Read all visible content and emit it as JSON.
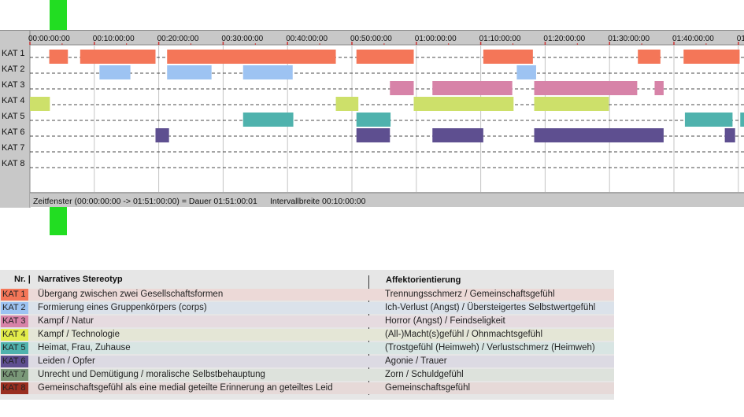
{
  "timeline": {
    "ticks": [
      "00:00:00:00",
      "00:10:00:00",
      "00:20:00:00",
      "00:30:00:00",
      "00:40:00:00",
      "00:50:00:00",
      "01:00:00:00",
      "01:10:00:00",
      "01:20:00:00",
      "01:30:00:00",
      "01:40:00:00",
      "01"
    ],
    "rows": [
      "KAT 1",
      "KAT 2",
      "KAT 3",
      "KAT 4",
      "KAT 5",
      "KAT 6",
      "KAT 7",
      "KAT 8"
    ],
    "status_window": "Zeitfenster (00:00:00:00 -> 01:51:00:00) = Dauer 01:51:00:01",
    "status_interval": "Intervallbreite 00:10:00:00",
    "colors": {
      "kat1": "#f47658",
      "kat2": "#9dc3f2",
      "kat3": "#d783a8",
      "kat4": "#cde06a",
      "kat5": "#4fb2ad",
      "kat6": "#5e4f90"
    }
  },
  "chart_data": {
    "type": "timeline",
    "x_range_minutes": [
      0,
      111
    ],
    "interval_minutes": 10,
    "series": [
      {
        "name": "KAT 1",
        "color": "#f47658",
        "segments": [
          [
            3,
            5.9
          ],
          [
            7.8,
            19.5
          ],
          [
            21.3,
            47.5
          ],
          [
            50.7,
            59.6
          ],
          [
            70.4,
            78.1
          ],
          [
            94.4,
            97.9
          ],
          [
            101.5,
            110.2
          ]
        ]
      },
      {
        "name": "KAT 2",
        "color": "#9dc3f2",
        "segments": [
          [
            10.8,
            15.6
          ],
          [
            21.3,
            28.2
          ],
          [
            33.1,
            40.8
          ],
          [
            75.6,
            78.6
          ]
        ]
      },
      {
        "name": "KAT 3",
        "color": "#d783a8",
        "segments": [
          [
            55.9,
            59.6
          ],
          [
            62.5,
            74.9
          ],
          [
            78.3,
            94.3
          ],
          [
            97,
            98.4
          ]
        ]
      },
      {
        "name": "KAT 4",
        "color": "#cde06a",
        "segments": [
          [
            0,
            3.1
          ],
          [
            47.5,
            51
          ],
          [
            59.6,
            75.1
          ],
          [
            78.3,
            89.9
          ]
        ]
      },
      {
        "name": "KAT 5",
        "color": "#4fb2ad",
        "segments": [
          [
            33.1,
            40.9
          ],
          [
            50.7,
            56
          ],
          [
            101.7,
            109.1
          ],
          [
            110.3,
            111
          ]
        ]
      },
      {
        "name": "KAT 6",
        "color": "#5e4f90",
        "segments": [
          [
            19.5,
            21.6
          ],
          [
            50.7,
            55.9
          ],
          [
            62.5,
            70.4
          ],
          [
            78.3,
            98.4
          ],
          [
            107.9,
            109.5
          ]
        ]
      },
      {
        "name": "KAT 7",
        "color": "",
        "segments": []
      },
      {
        "name": "KAT 8",
        "color": "",
        "segments": []
      }
    ]
  },
  "legend": {
    "header_nr": "Nr. |",
    "header_stereotyp": "Narratives Stereotyp",
    "header_affekt": "Affektorientierung",
    "rows": [
      {
        "kat": "KAT 1",
        "stereotyp": "Übergang zwischen zwei Gesellschaftsformen",
        "affekt": "Trennungsschmerz / Gemeinschaftsgefühl",
        "color": "#f47658",
        "band": "#ecd9d7"
      },
      {
        "kat": "KAT 2",
        "stereotyp": "Formierung eines Gruppenkörpers (corps)",
        "affekt": "Ich-Verlust (Angst) / Übersteigertes Selbstwertgefühl",
        "color": "#9dc3f2",
        "band": "#dbe2ea"
      },
      {
        "kat": "KAT 3",
        "stereotyp": "Kampf / Natur",
        "affekt": "Horror (Angst) / Feindseligkeit",
        "color": "#d783a8",
        "band": "#e6dbe0"
      },
      {
        "kat": "KAT 4",
        "stereotyp": "Kampf / Technologie",
        "affekt": "(All-)Macht(s)gefühl / Ohnmachtsgefühl",
        "color": "#e2ec4a",
        "band": "#e4e6d6"
      },
      {
        "kat": "KAT 5",
        "stereotyp": "Heimat, Frau, Zuhause",
        "affekt": "(Trostgefühl (Heimweh) / Verlustschmerz (Heimweh)",
        "color": "#4fb2ad",
        "band": "#d8e5e3"
      },
      {
        "kat": "KAT 6",
        "stereotyp": "Leiden / Opfer",
        "affekt": "Agonie / Trauer",
        "color": "#5e4f90",
        "band": "#dcdae3"
      },
      {
        "kat": "KAT 7",
        "stereotyp": "Unrecht und Demütigung / moralische Selbstbehauptung",
        "affekt": "Zorn / Schuldgefühl",
        "color": "#7a9878",
        "band": "#dde2dc"
      },
      {
        "kat": "KAT 8",
        "stereotyp": "Gemeinschaftsgefühl als eine medial geteilte Erinnerung an geteiltes Leid",
        "affekt": "Gemeinschaftsgefühl",
        "color": "#9a2e20",
        "band": "#e6d9d8"
      }
    ]
  }
}
